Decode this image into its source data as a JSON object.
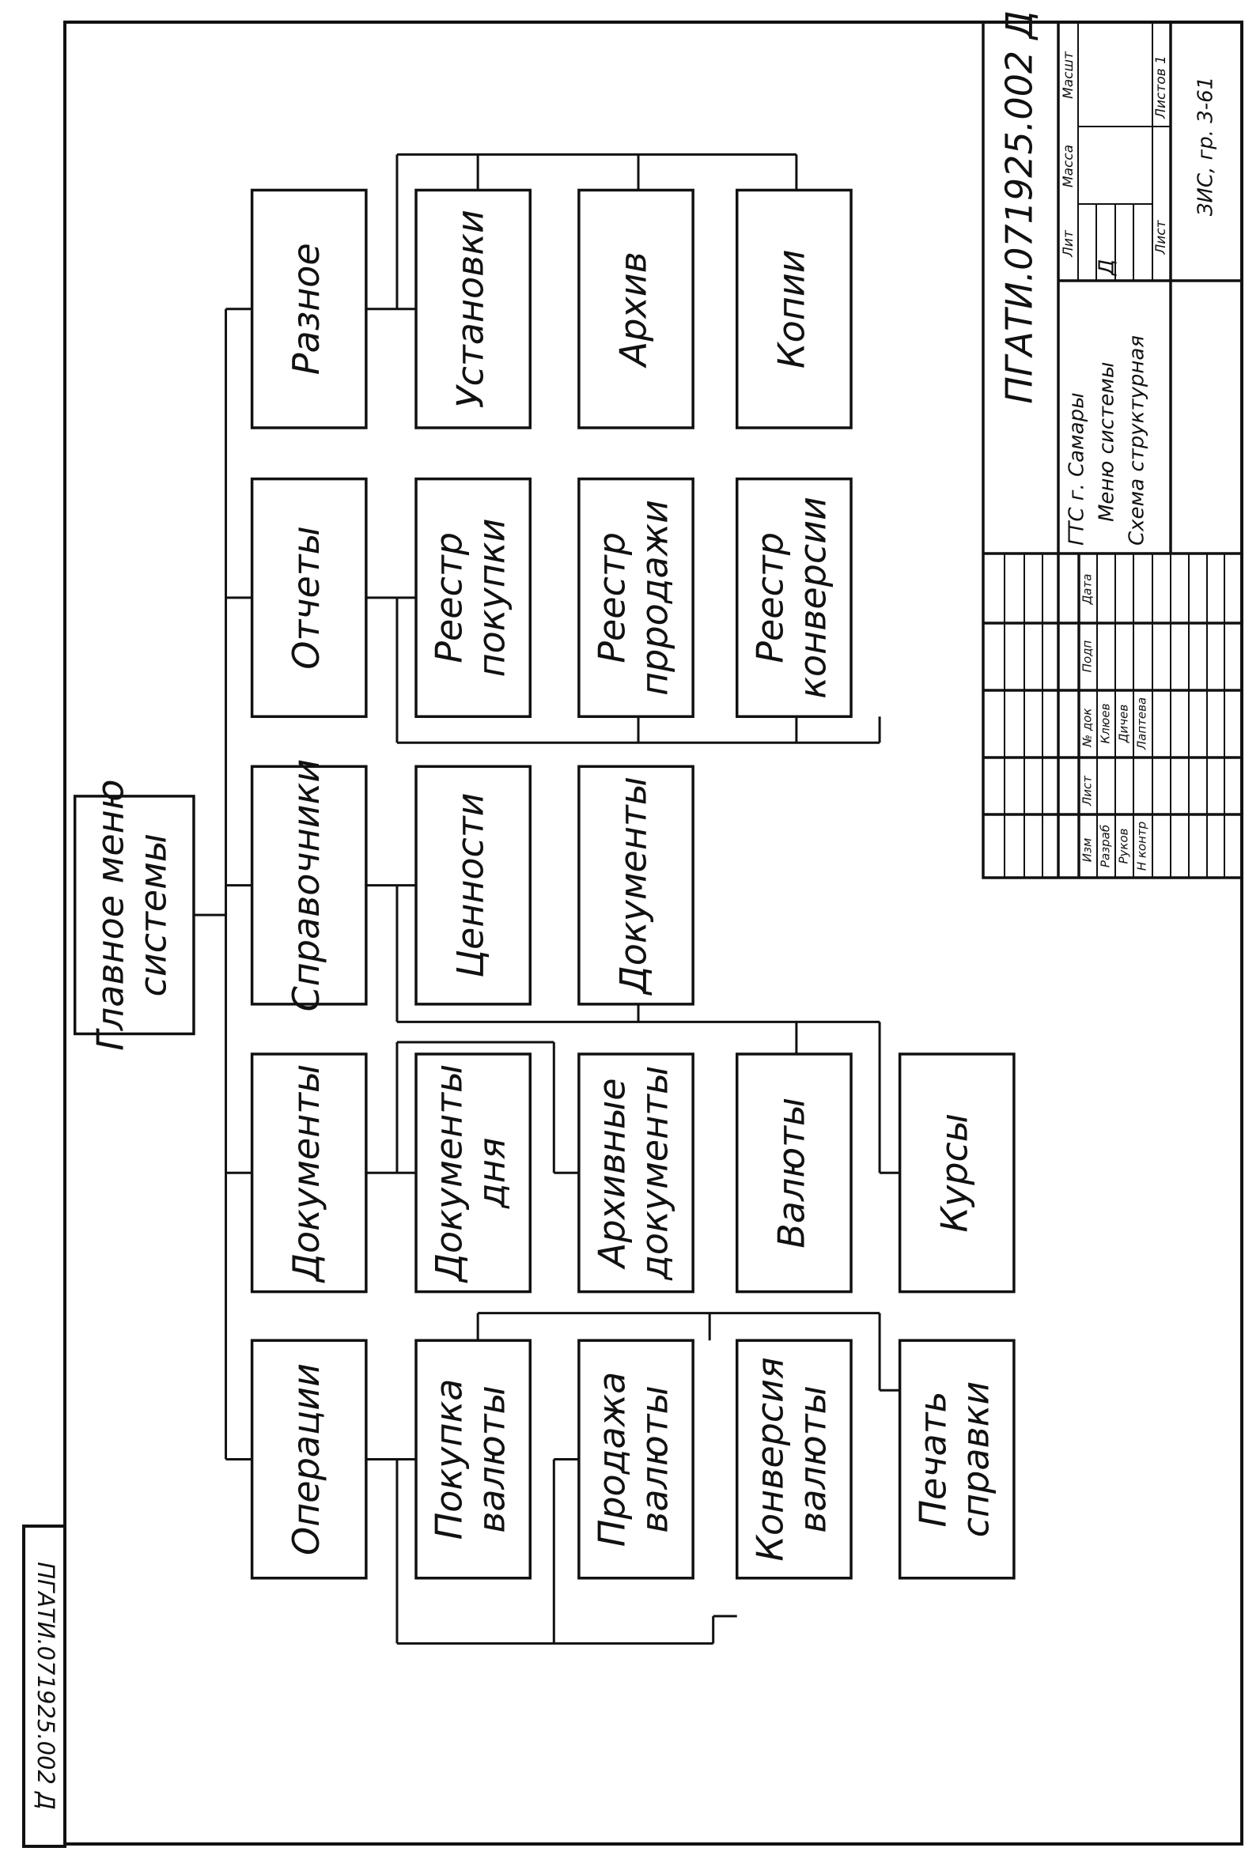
{
  "stamp": {
    "code": "ПГАТИ.071925.002 Д"
  },
  "diagram": {
    "root": {
      "label_lines": [
        "Главное меню",
        "системы"
      ]
    },
    "sections": [
      {
        "id": "operations",
        "label_lines": [
          "Операции"
        ],
        "children": [
          {
            "id": "buy",
            "label_lines": [
              "Покупка",
              "валюты"
            ]
          },
          {
            "id": "sell",
            "label_lines": [
              "Продажа",
              "валюты"
            ]
          },
          {
            "id": "convert",
            "label_lines": [
              "Конверсия",
              "валюты"
            ]
          },
          {
            "id": "print",
            "label_lines": [
              "Печать",
              "справки"
            ]
          }
        ]
      },
      {
        "id": "documents",
        "label_lines": [
          "Документы"
        ],
        "children": [
          {
            "id": "day-docs",
            "label_lines": [
              "Документы",
              "дня"
            ]
          },
          {
            "id": "archive-docs",
            "label_lines": [
              "Архивные",
              "документы"
            ]
          }
        ]
      },
      {
        "id": "references",
        "label_lines": [
          "Справочники"
        ],
        "children": [
          {
            "id": "valuables",
            "label_lines": [
              "Ценности"
            ]
          },
          {
            "id": "ref-documents",
            "label_lines": [
              "Документы"
            ]
          },
          {
            "id": "currencies",
            "label_lines": [
              "Валюты"
            ]
          },
          {
            "id": "rates",
            "label_lines": [
              "Курсы"
            ]
          }
        ]
      },
      {
        "id": "reports",
        "label_lines": [
          "Отчеты"
        ],
        "children": [
          {
            "id": "reg-buy",
            "label_lines": [
              "Реестр",
              "покупки"
            ]
          },
          {
            "id": "reg-sell",
            "label_lines": [
              "Реестр",
              "прродажи"
            ]
          },
          {
            "id": "reg-conv",
            "label_lines": [
              "Реестр",
              "конверсии"
            ]
          }
        ]
      },
      {
        "id": "misc",
        "label_lines": [
          "Разное"
        ],
        "children": [
          {
            "id": "settings",
            "label_lines": [
              "Установки"
            ]
          },
          {
            "id": "archive",
            "label_lines": [
              "Архив"
            ]
          },
          {
            "id": "copies",
            "label_lines": [
              "Копии"
            ]
          }
        ]
      }
    ]
  },
  "title_block": {
    "designation": "ПГАТИ.071925.002 Д",
    "org": "ГТС г. Самары",
    "doc_name_lines": [
      "Меню системы",
      "Схема структурная"
    ],
    "col_headers": [
      "Изм",
      "Лист",
      "№ док",
      "Подп",
      "Дата"
    ],
    "roles": [
      {
        "role": "Разраб",
        "name": "Клюев"
      },
      {
        "role": "Руков",
        "name": "Дичев"
      },
      {
        "role": "Н контр",
        "name": "Лаптева"
      }
    ],
    "lit_label": "Лит",
    "mass_label": "Масса",
    "scale_label": "Масшт",
    "lit_value": "Д",
    "sheet_label": "Лист",
    "sheets_label": "Листов 1",
    "group": "ЗИС, гр. 3-61"
  }
}
